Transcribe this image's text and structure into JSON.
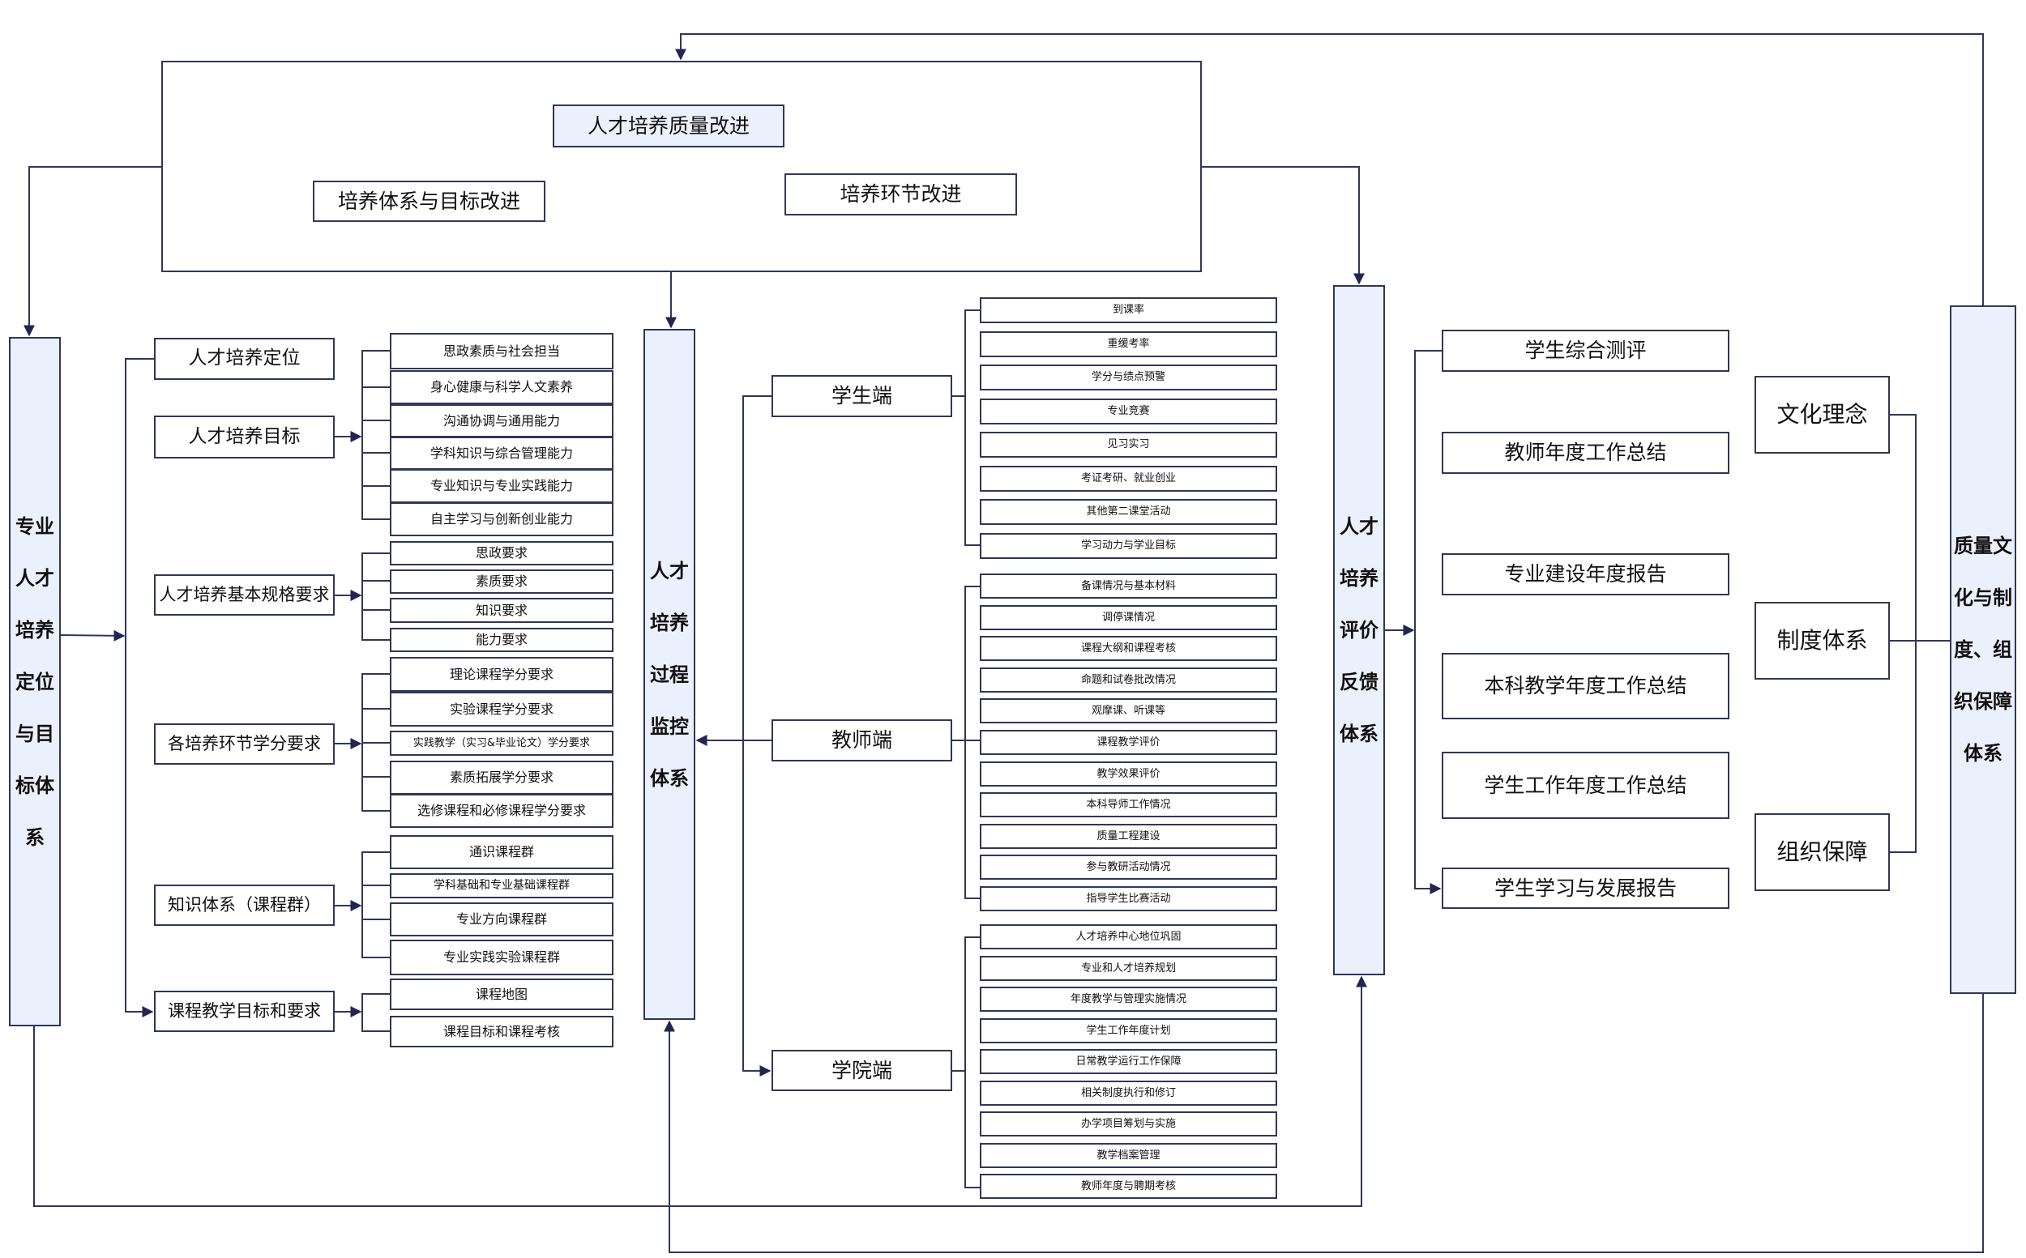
{
  "improvement": {
    "title": "人才培养质量改进",
    "system_goal": "培养体系与目标改进",
    "process": "培养环节改进"
  },
  "columns": {
    "positioning": "专业\n人才\n培养\n定位\n与目\n标体\n系",
    "monitoring": "人才\n培养\n过程\n监控\n体系",
    "evaluation": "人才\n培养\n评价\n反馈\n体系",
    "assurance": "质量文\n化与制\n度、组\n织保障\n体系"
  },
  "positioning_groups": [
    {
      "label": "人才培养定位",
      "items": []
    },
    {
      "label": "人才培养目标",
      "items": [
        "思政素质与社会担当",
        "身心健康与科学人文素养",
        "沟通协调与通用能力",
        "学科知识与综合管理能力",
        "专业知识与专业实践能力",
        "自主学习与创新创业能力"
      ]
    },
    {
      "label": "人才培养基本规格要求",
      "items": [
        "思政要求",
        "素质要求",
        "知识要求",
        "能力要求"
      ]
    },
    {
      "label": "各培养环节学分要求",
      "items": [
        "理论课程学分要求",
        "实验课程学分要求",
        "实践教学（实习&毕业论文）学分要求",
        "素质拓展学分要求",
        "选修课程和必修课程学分要求"
      ]
    },
    {
      "label": "知识体系（课程群）",
      "items": [
        "通识课程群",
        "学科基础和专业基础课程群",
        "专业方向课程群",
        "专业实践实验课程群"
      ]
    },
    {
      "label": "课程教学目标和要求",
      "items": [
        "课程地图",
        "课程目标和课程考核"
      ]
    }
  ],
  "monitoring_groups": [
    {
      "label": "学生端",
      "items": [
        "到课率",
        "重缓考率",
        "学分与绩点预警",
        "专业竞赛",
        "见习实习",
        "考证考研、就业创业",
        "其他第二课堂活动",
        "学习动力与学业目标"
      ]
    },
    {
      "label": "教师端",
      "items": [
        "备课情况与基本材料",
        "调停课情况",
        "课程大纲和课程考核",
        "命题和试卷批改情况",
        "观摩课、听课等",
        "课程教学评价",
        "教学效果评价",
        "本科导师工作情况",
        "质量工程建设",
        "参与教研活动情况",
        "指导学生比赛活动"
      ]
    },
    {
      "label": "学院端",
      "items": [
        "人才培养中心地位巩固",
        "专业和人才培养规划",
        "年度教学与管理实施情况",
        "学生工作年度计划",
        "日常教学运行工作保障",
        "相关制度执行和修订",
        "办学项目筹划与实施",
        "教学档案管理",
        "教师年度与聘期考核"
      ]
    }
  ],
  "evaluation_items": [
    "学生综合测评",
    "教师年度工作总结",
    "专业建设年度报告",
    "本科教学年度工作总结",
    "学生工作年度工作总结",
    "学生学习与发展报告"
  ],
  "assurance_items": [
    "文化理念",
    "制度体系",
    "组织保障"
  ],
  "colors": {
    "line": "#2f3757",
    "highlight_fill": "#ebf1fc"
  }
}
